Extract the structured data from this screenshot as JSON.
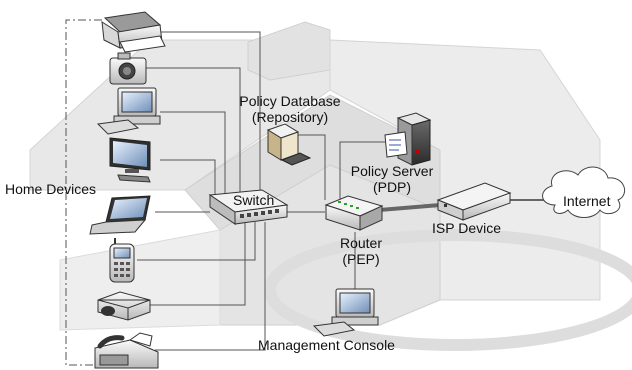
{
  "labels": {
    "home_devices": "Home Devices",
    "switch": "Switch",
    "policy_db_line1": "Policy Database",
    "policy_db_line2": "(Repository)",
    "policy_server_line1": "Policy Server",
    "policy_server_line2": "(PDP)",
    "router_line1": "Router",
    "router_line2": "(PEP)",
    "isp_device": "ISP Device",
    "internet": "Internet",
    "management_console": "Management Console"
  },
  "devices": {
    "home": [
      "printer",
      "camera",
      "desktop-pc",
      "lcd-monitor",
      "laptop",
      "mobile-phone",
      "projector",
      "fax-machine"
    ]
  },
  "colors": {
    "house": "#e6e6e6",
    "house_edge": "#d2d2d2",
    "wire": "#555555",
    "isp_link": "#666666"
  }
}
